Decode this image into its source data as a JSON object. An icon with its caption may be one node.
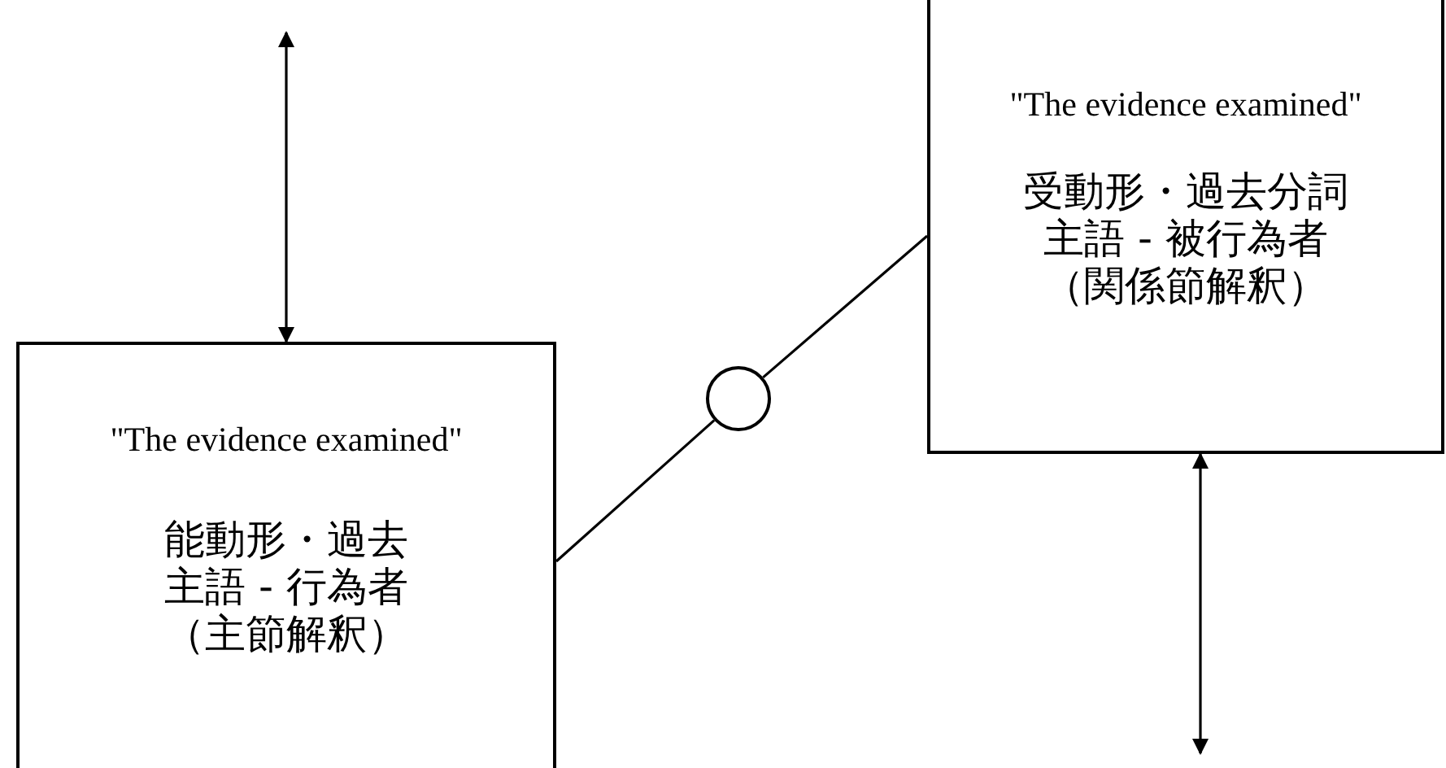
{
  "diagram": {
    "nodes": [
      {
        "text": [
          "\"The evidence examined\"",
          "能動形・過去主語 - 行為者（主節解釈）"
        ]
      },
      {
        "text": [
          "\"The evidence examined\"",
          "受動形・過去分詞主語 - 被行為者（関係節解釈）"
        ]
      },
      {
        "text": [],
        "shape": "circle"
      }
    ],
    "edges": [
      {
        "from": null,
        "to": 0,
        "arrow": "both"
      },
      {
        "from": 0,
        "to": 2,
        "arrow": "none"
      },
      {
        "from": 2,
        "to": 1,
        "arrow": "none"
      },
      {
        "from": 1,
        "to": null,
        "arrow": "both"
      }
    ]
  }
}
